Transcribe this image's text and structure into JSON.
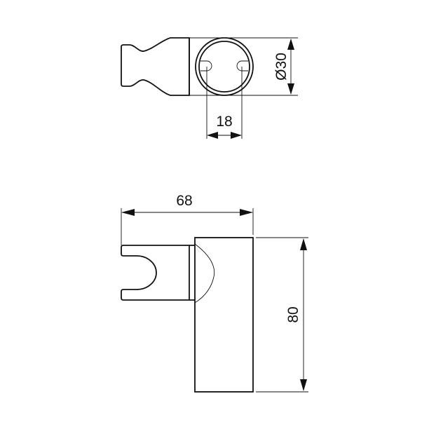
{
  "dimensions": {
    "top_view": {
      "diameter": "Ø30",
      "spacing": "18"
    },
    "side_view": {
      "width": "68",
      "height": "80"
    }
  },
  "colors": {
    "line": "#111111",
    "background": "#ffffff"
  }
}
